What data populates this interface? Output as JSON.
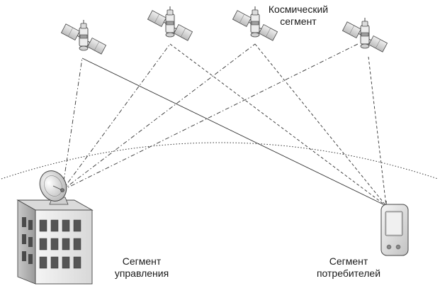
{
  "labels": {
    "space_segment": [
      "Космический",
      "сегмент"
    ],
    "control_segment": [
      "Сегмент",
      "управления"
    ],
    "user_segment": [
      "Сегмент",
      "потребителей"
    ]
  },
  "colors": {
    "line": "#333333",
    "panel": "#d9d9d9",
    "body": "#eeeeee",
    "building_front": "#e8e8e8",
    "building_side": "#bdbdbd",
    "window": "#555555"
  },
  "icons": {
    "satellite": "satellite-icon",
    "station": "ground-station-icon",
    "dish": "dish-antenna-icon",
    "receiver": "handheld-receiver-icon"
  }
}
